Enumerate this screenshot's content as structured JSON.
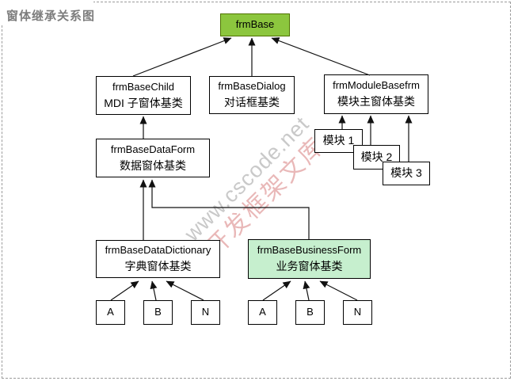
{
  "title": "窗体继承关系图",
  "watermark": {
    "line1": "www.cscode.net",
    "line2": "开发框架文库"
  },
  "colors": {
    "frmbase_fill": "#8CC63E",
    "frmbase_border": "#4F7300",
    "business_fill": "#C6EFCE",
    "watermark_gray": "#C9C9C9",
    "watermark_pink": "#E9B8B8",
    "title_color": "#7D7D7D",
    "marquee_dash": "#9B9B9B"
  },
  "nodes": {
    "frmBase": {
      "name": "frmBase"
    },
    "frmBaseChild": {
      "name": "frmBaseChild",
      "desc": "MDI 子窗体基类"
    },
    "frmBaseDialog": {
      "name": "frmBaseDialog",
      "desc": "对话框基类"
    },
    "frmModuleBasefrm": {
      "name": "frmModuleBasefrm",
      "desc": "模块主窗体基类"
    },
    "frmBaseDataForm": {
      "name": "frmBaseDataForm",
      "desc": "数据窗体基类"
    },
    "module1": {
      "name": "模块 1"
    },
    "module2": {
      "name": "模块 2"
    },
    "module3": {
      "name": "模块 3"
    },
    "frmBaseDataDictionary": {
      "name": "frmBaseDataDictionary",
      "desc": "字典窗体基类"
    },
    "frmBaseBusinessForm": {
      "name": "frmBaseBusinessForm",
      "desc": "业务窗体基类"
    }
  },
  "leaves": {
    "a": "A",
    "b": "B",
    "n": "N"
  }
}
